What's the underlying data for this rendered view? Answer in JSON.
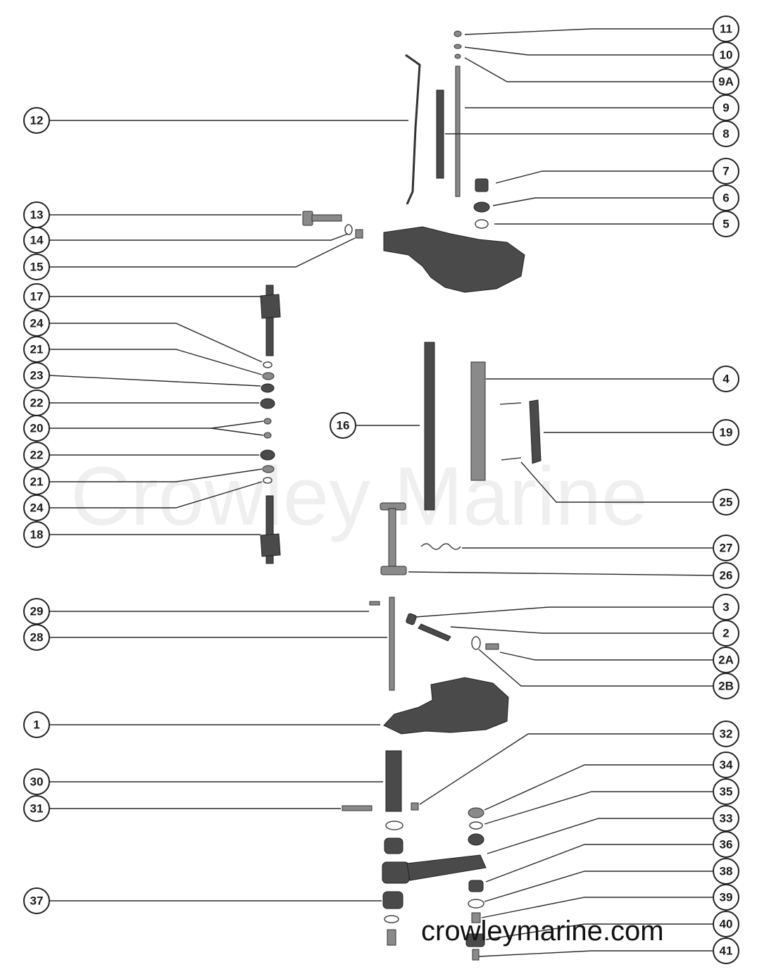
{
  "watermark": "Crowley Marine",
  "site": "crowleymarine.com",
  "callouts": {
    "c11": "11",
    "c10": "10",
    "c9a": "9A",
    "c9": "9",
    "c8": "8",
    "c7": "7",
    "c6": "6",
    "c5": "5",
    "c12": "12",
    "c13": "13",
    "c14": "14",
    "c15": "15",
    "c17": "17",
    "c24a": "24",
    "c21a": "21",
    "c23": "23",
    "c22a": "22",
    "c20": "20",
    "c22b": "22",
    "c21b": "21",
    "c24b": "24",
    "c18": "18",
    "c4": "4",
    "c16": "16",
    "c19": "19",
    "c25": "25",
    "c27": "27",
    "c26": "26",
    "c29": "29",
    "c28": "28",
    "c3": "3",
    "c2": "2",
    "c2a": "2A",
    "c2b": "2B",
    "c1": "1",
    "c32": "32",
    "c30": "30",
    "c31": "31",
    "c34": "34",
    "c35": "35",
    "c33": "33",
    "c36": "36",
    "c38": "38",
    "c37": "37",
    "c39": "39",
    "c40": "40",
    "c41": "41"
  }
}
